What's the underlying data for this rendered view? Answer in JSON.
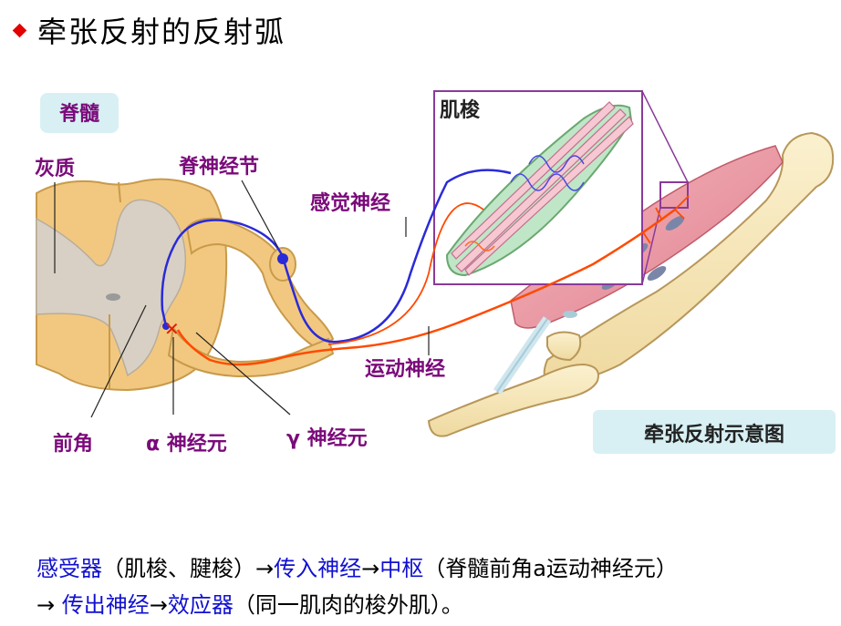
{
  "header": {
    "title": "牵张反射的反射弧"
  },
  "diagram": {
    "labels": {
      "spinal_cord": "脊髓",
      "gray_matter": "灰质",
      "spinal_ganglion": "脊神经节",
      "sensory_nerve": "感觉神经",
      "muscle_spindle": "肌梭",
      "motor_nerve": "运动神经",
      "anterior_horn": "前角",
      "alpha_neuron": "α 神经元",
      "gamma_neuron": "γ 神经元",
      "figure_title": "牵张反射示意图"
    },
    "colors": {
      "sensory": "#2a2ad8",
      "motor": "#ff4a00",
      "label_box": "#d8f0f4",
      "label_text": "#7a0a7a",
      "spindle_frame": "#8a3a9a"
    }
  },
  "caption": {
    "line1": [
      {
        "text": "感受器",
        "hl": true
      },
      {
        "text": "（肌梭、腱梭）→",
        "hl": false
      },
      {
        "text": "传入神经",
        "hl": true
      },
      {
        "text": "→",
        "hl": false
      },
      {
        "text": "中枢",
        "hl": true
      },
      {
        "text": "（脊髓前角a运动神经元）",
        "hl": false
      }
    ],
    "line2": [
      {
        "text": "→ ",
        "hl": false
      },
      {
        "text": "传出神经",
        "hl": true
      },
      {
        "text": "→",
        "hl": false
      },
      {
        "text": "效应器",
        "hl": true
      },
      {
        "text": "（同一肌肉的梭外肌）。",
        "hl": false
      }
    ]
  }
}
